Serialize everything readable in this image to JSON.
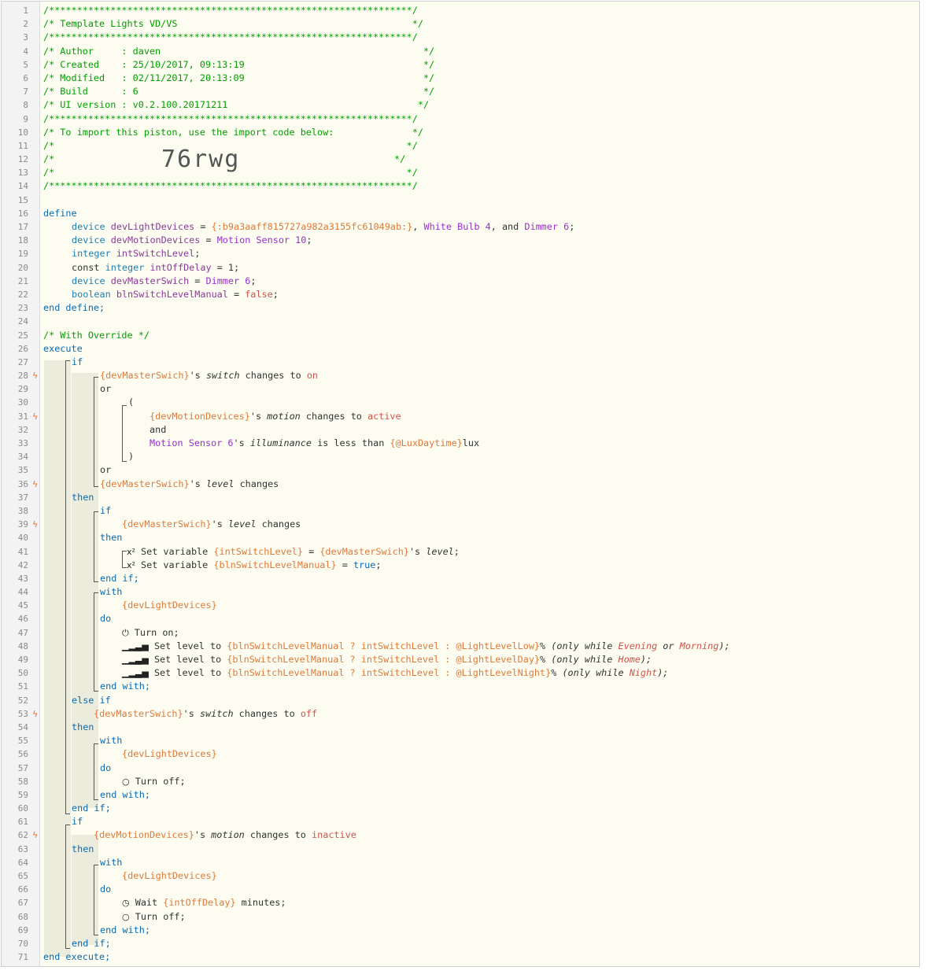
{
  "editor": {
    "import_code": "76rwg",
    "header": {
      "stars": "/*****************************************************************/",
      "title": "/* Template Lights VD/VS                                          */",
      "author": "/* Author     : daven                                               */",
      "created": "/* Created    : 25/10/2017, 09:13:19                                */",
      "modified": "/* Modified   : 02/11/2017, 20:13:09                                */",
      "build": "/* Build      : 6                                                   */",
      "ui_version": "/* UI version : v0.2.100.20171211                                  */",
      "import_hint": "/* To import this piston, use the import code below:              */",
      "blank": "/*                                                               */",
      "code_prefix": "/*",
      "code_suffix": "*/"
    },
    "override_comment": "/* With Override */"
  },
  "define": {
    "kw_define": "define",
    "kw_end_define": "end define;",
    "light_devices_id": "{:b9a3aaff815727a982a3155fc61049ab:}",
    "white_bulb": "White Bulb 4",
    "dimmer": "Dimmer 6",
    "motion_sensor_10": "Motion Sensor 10",
    "motion_sensor_6": "Motion Sensor 6"
  },
  "statements": {
    "lux_daytime": "{@LuxDaytime}",
    "level_low": "@LightLevelLow}",
    "level_day": "@LightLevelDay}",
    "level_night": "@LightLevelNight}"
  },
  "line_numbers": [
    "1",
    "2",
    "3",
    "4",
    "5",
    "6",
    "7",
    "8",
    "9",
    "10",
    "11",
    "12",
    "13",
    "14",
    "15",
    "16",
    "17",
    "18",
    "19",
    "20",
    "21",
    "22",
    "23",
    "24",
    "25",
    "26",
    "27",
    "28",
    "29",
    "30",
    "31",
    "32",
    "33",
    "34",
    "35",
    "36",
    "37",
    "38",
    "39",
    "40",
    "41",
    "42",
    "43",
    "44",
    "45",
    "46",
    "47",
    "48",
    "49",
    "50",
    "51",
    "52",
    "53",
    "54",
    "55",
    "56",
    "57",
    "58",
    "59",
    "60",
    "61",
    "62",
    "63",
    "64",
    "65",
    "66",
    "67",
    "68",
    "69",
    "70",
    "71"
  ],
  "colors": {
    "comment": "#00a000",
    "keyword": "#0a6ab5",
    "device": "#9b2fd0",
    "variable": "#e07a3a",
    "value": "#d1524b",
    "trigger_bolt": "#e8702a"
  },
  "icons": [
    "lightning-bolt-icon",
    "power-icon",
    "signal-bars-icon",
    "power-off-circle-icon",
    "clock-icon",
    "variable-x2-icon"
  ]
}
